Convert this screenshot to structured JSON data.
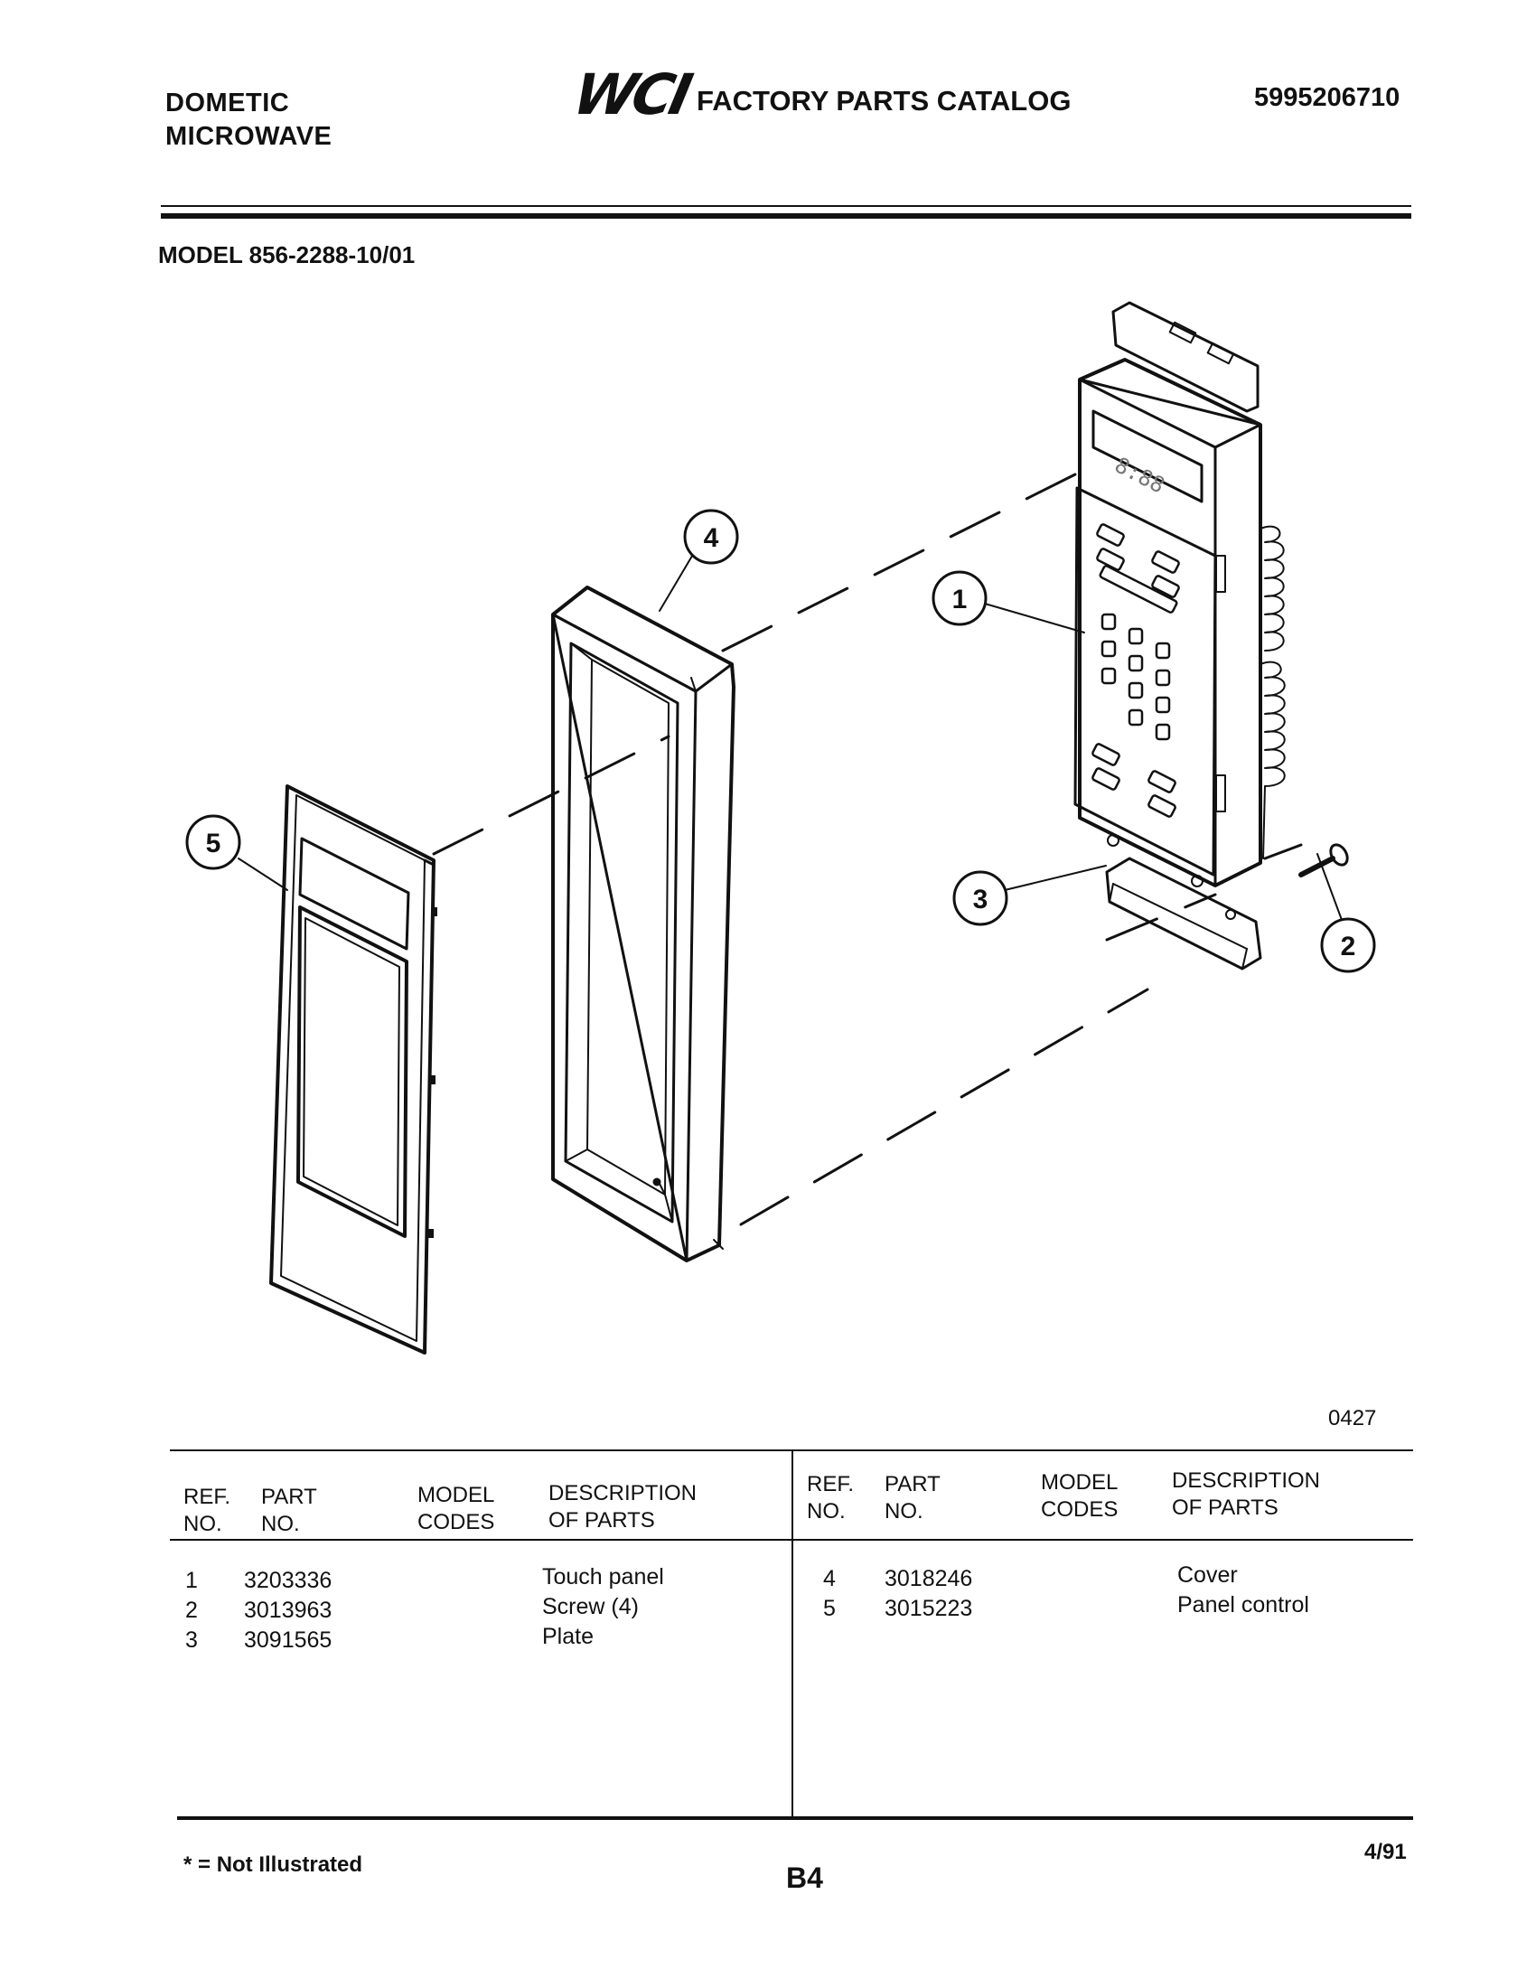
{
  "header": {
    "brand_line1": "DOMETIC",
    "brand_line2": "MICROWAVE",
    "logo_text": "WCI",
    "catalog_title": "FACTORY PARTS CATALOG",
    "catalog_number": "5995206710"
  },
  "model_line": "MODEL 856-2288-10/01",
  "diagram": {
    "callouts": [
      "1",
      "2",
      "3",
      "4",
      "5"
    ],
    "figure_code": "0427"
  },
  "table": {
    "headers": {
      "ref_no": [
        "REF.",
        "NO."
      ],
      "part_no": [
        "PART",
        "NO."
      ],
      "model_codes": [
        "MODEL",
        "CODES"
      ],
      "description": [
        "DESCRIPTION",
        "OF PARTS"
      ]
    },
    "left_rows": [
      {
        "ref": "1",
        "part": "3203336",
        "model_codes": "",
        "description": "Touch panel"
      },
      {
        "ref": "2",
        "part": "3013963",
        "model_codes": "",
        "description": "Screw (4)"
      },
      {
        "ref": "3",
        "part": "3091565",
        "model_codes": "",
        "description": "Plate"
      }
    ],
    "right_rows": [
      {
        "ref": "4",
        "part": "3018246",
        "model_codes": "",
        "description": "Cover"
      },
      {
        "ref": "5",
        "part": "3015223",
        "model_codes": "",
        "description": "Panel control"
      }
    ]
  },
  "footer": {
    "footnote": "* = Not Illustrated",
    "page_code": "B4",
    "date": "4/91"
  },
  "colors": {
    "ink": "#111111",
    "paper": "#ffffff"
  }
}
